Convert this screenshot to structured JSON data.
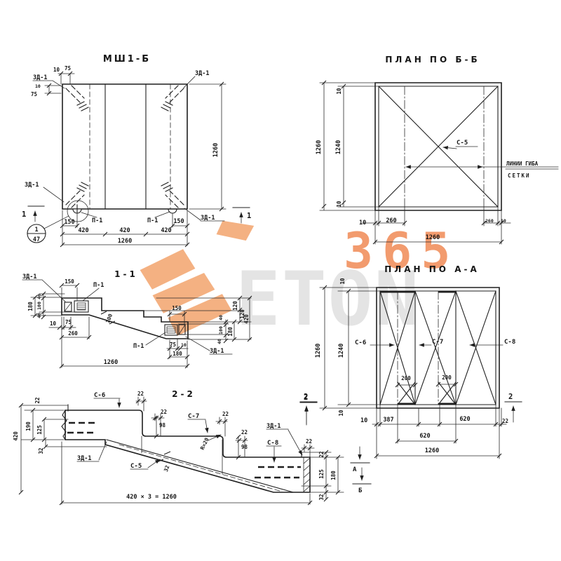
{
  "colors": {
    "line": "#1f1f1f",
    "watermark_orange": "#f29b6e",
    "watermark_gray": "#e4e4e4"
  },
  "watermark": {
    "brand_text": "ETON",
    "brand_number": "365"
  },
  "plan_main": {
    "title": "МШ1-Б",
    "loop_label": "3Д-1",
    "embed_label": "П-1",
    "section_mark": "1",
    "detail_number": "1",
    "detail_sheet": "47",
    "dims": {
      "d10": "10",
      "d75": "75",
      "d150": "150",
      "d420": "420",
      "d1260": "1260"
    }
  },
  "plan_bb": {
    "title": "ПЛАН ПО Б-Б",
    "mesh_label": "С-5",
    "note_line1": "ЛИНИИ ГИБА",
    "note_line2": "СЕТКИ",
    "dims": {
      "d10": "10",
      "d260": "260",
      "d1240": "1240",
      "d1260": "1260"
    }
  },
  "section_11": {
    "title": "1-1",
    "loop_label": "3Д-1",
    "embed_label": "П-1",
    "dims": {
      "d10": "10",
      "d40": "40",
      "d75": "75",
      "d100": "100",
      "d120": "120",
      "d150": "150",
      "d180": "180",
      "d260": "260",
      "d420": "420",
      "d1260": "1260"
    }
  },
  "plan_aa": {
    "title": "ПЛАН ПО А-А",
    "mesh_c6": "С-6",
    "mesh_c7": "С-7",
    "mesh_c8": "С-8",
    "section_mark": "2",
    "dims": {
      "d10": "10",
      "d22": "22",
      "d200": "200",
      "d387": "387",
      "d620": "620",
      "d1240": "1240",
      "d1260": "1260"
    }
  },
  "section_22": {
    "title": "2-2",
    "mesh_c5": "С-5",
    "mesh_c6": "С-6",
    "mesh_c7": "С-7",
    "mesh_c8": "С-8",
    "loop_label": "3Д-1",
    "radius_label": "R=20",
    "marker_a": "А",
    "marker_b": "Б",
    "section_mark": "2",
    "dims": {
      "d22": "22",
      "d32": "32",
      "d98": "98",
      "d125": "125",
      "d180": "180",
      "d190": "190",
      "d420": "420",
      "total": "420 × 3 = 1260"
    }
  }
}
